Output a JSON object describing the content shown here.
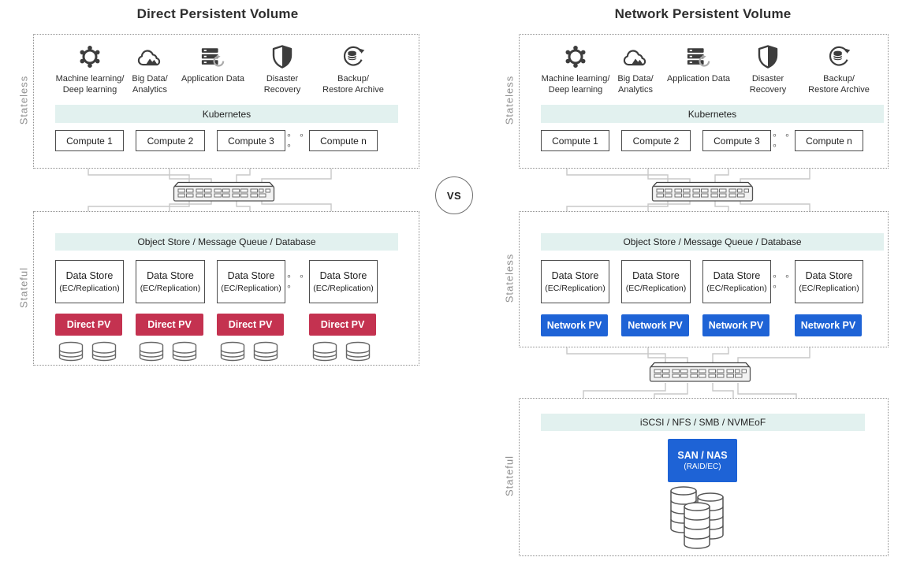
{
  "left": {
    "title": "Direct Persistent Volume",
    "zone_top_label": "Stateless",
    "zone_bottom_label": "Stateful",
    "pv_label": "Direct PV"
  },
  "right": {
    "title": "Network Persistent Volume",
    "zone_top_label": "Stateless",
    "zone_middle_label": "Stateless",
    "zone_bottom_label": "Stateful",
    "pv_label": "Network PV",
    "protocol_banner": "iSCSI / NFS / SMB / NVMEoF",
    "san_nas": {
      "title": "SAN / NAS",
      "subtitle": "(RAID/EC)"
    }
  },
  "shared": {
    "workloads": [
      {
        "icon": "machine-learning-icon",
        "line1": "Machine learning/",
        "line2": "Deep learning"
      },
      {
        "icon": "big-data-icon",
        "line1": "Big Data/",
        "line2": "Analytics"
      },
      {
        "icon": "application-data-icon",
        "line1": "Application Data",
        "line2": ""
      },
      {
        "icon": "disaster-recovery-icon",
        "line1": "Disaster",
        "line2": "Recovery"
      },
      {
        "icon": "backup-restore-icon",
        "line1": "Backup/",
        "line2": "Restore Archive"
      }
    ],
    "kubernetes_banner": "Kubernetes",
    "compute_nodes": [
      "Compute 1",
      "Compute 2",
      "Compute 3",
      "Compute n"
    ],
    "ellipsis": "∘ ∘ ∘",
    "storage_banner": "Object Store / Message Queue / Database",
    "data_store": {
      "title": "Data Store",
      "subtitle": "(EC/Replication)"
    }
  },
  "vs_label": "VS",
  "colors": {
    "direct_pv": "#c43250",
    "network_pv": "#1e63d6",
    "banner_bg": "#e2f1ef",
    "connector": "#c8c8c8",
    "icon": "#3d3d3d"
  }
}
